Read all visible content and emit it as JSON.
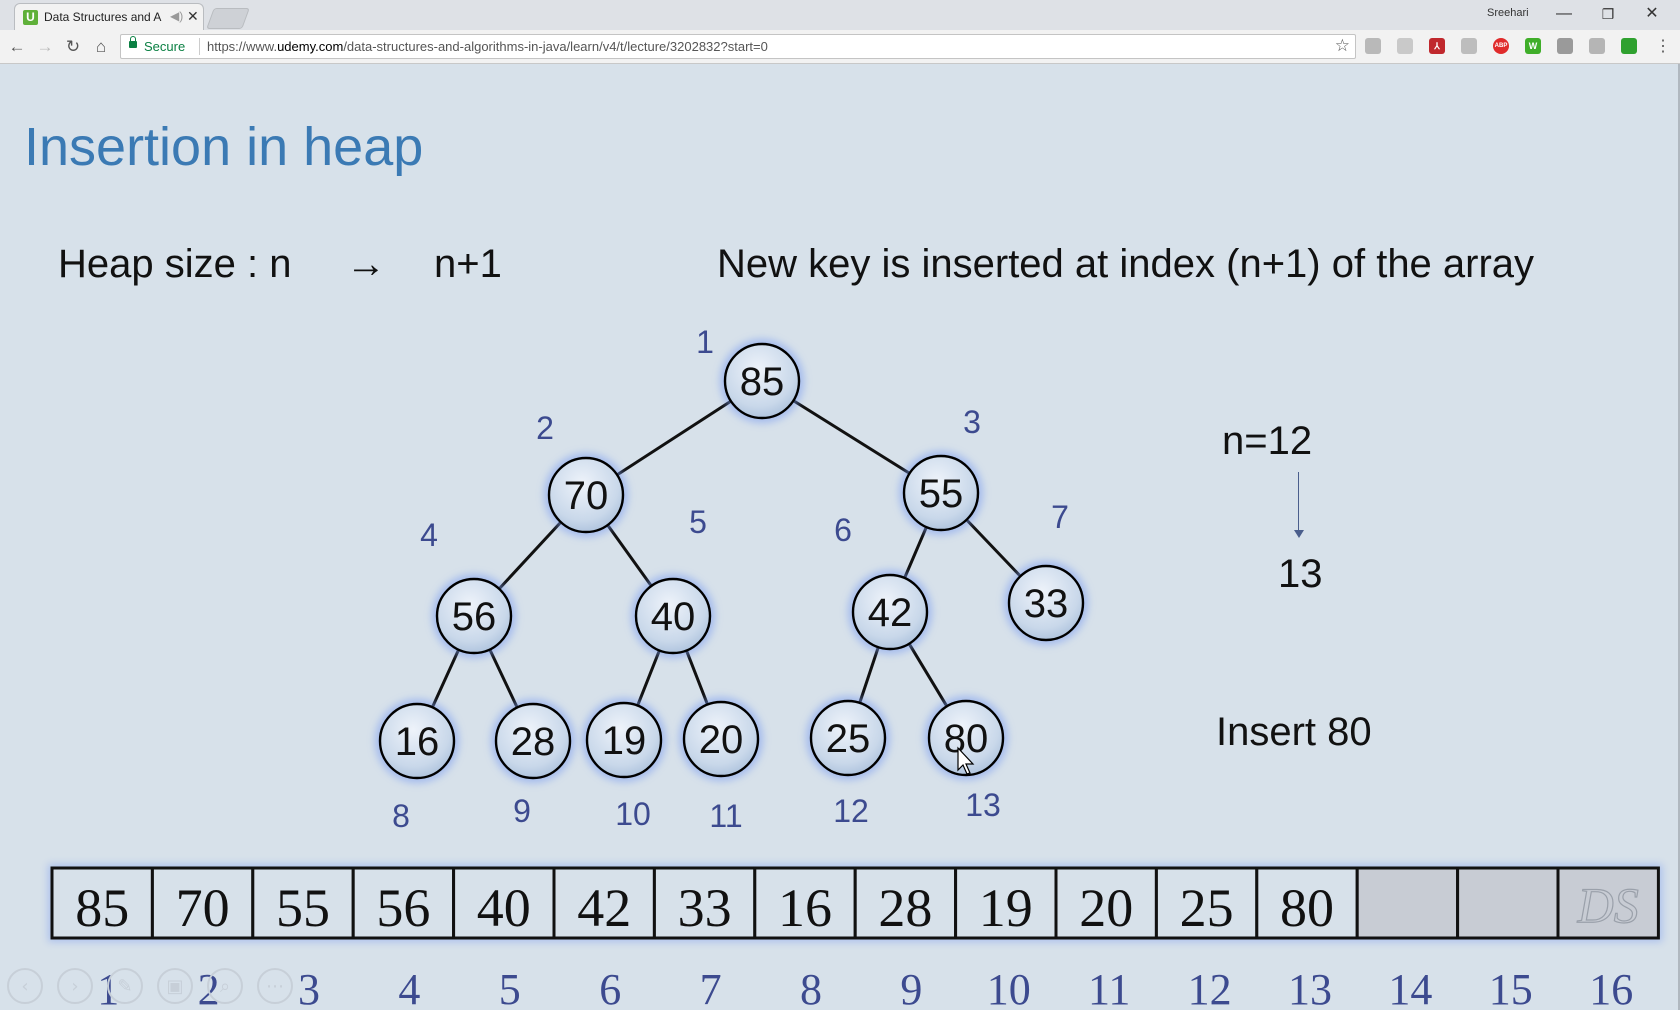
{
  "browser": {
    "tab_title": "Data Structures and A",
    "tab_favicon": "U",
    "profile_name": "Sreehari",
    "secure_label": "Secure",
    "url_scheme": "https://www.",
    "url_host": "udemy.com",
    "url_path": "/data-structures-and-algorithms-in-java/learn/v4/t/lecture/3202832?start=0",
    "extensions": [
      {
        "name": "ext-puzzle-icon",
        "glyph": "",
        "color": "#b9b9b9"
      },
      {
        "name": "ext-gray-icon",
        "glyph": "",
        "color": "#c9c9c9"
      },
      {
        "name": "ext-pdf-icon",
        "glyph": "⅄",
        "color": "#c0282d"
      },
      {
        "name": "ext-doc-icon",
        "glyph": "",
        "color": "#bdbdbd"
      },
      {
        "name": "ext-adblock-icon",
        "glyph": "ABP",
        "color": "#e02b2b"
      },
      {
        "name": "ext-w-icon",
        "glyph": "W",
        "color": "#3fae29"
      },
      {
        "name": "ext-cast-icon",
        "glyph": "",
        "color": "#9a9a9a"
      },
      {
        "name": "ext-cloud-icon",
        "glyph": "",
        "color": "#b5b5b5"
      },
      {
        "name": "ext-sound-icon",
        "glyph": "",
        "color": "#2fa12f"
      }
    ]
  },
  "slide": {
    "title": "Insertion in heap",
    "heap_size_label": "Heap size : n",
    "arrow": "→",
    "heap_size_new": "n+1",
    "new_key_text": "New key is inserted at index (n+1) of the array",
    "n_label": "n=12",
    "n_new": "13",
    "insert_label": "Insert 80",
    "tree_nodes": [
      {
        "value": "85",
        "index": "1"
      },
      {
        "value": "70",
        "index": "2"
      },
      {
        "value": "55",
        "index": "3"
      },
      {
        "value": "56",
        "index": "4"
      },
      {
        "value": "40",
        "index": "5"
      },
      {
        "value": "42",
        "index": "6"
      },
      {
        "value": "33",
        "index": "7"
      },
      {
        "value": "16",
        "index": "8"
      },
      {
        "value": "28",
        "index": "9"
      },
      {
        "value": "19",
        "index": "10"
      },
      {
        "value": "20",
        "index": "11"
      },
      {
        "value": "25",
        "index": "12"
      },
      {
        "value": "80",
        "index": "13"
      }
    ],
    "array_values": [
      "85",
      "70",
      "55",
      "56",
      "40",
      "42",
      "33",
      "16",
      "28",
      "19",
      "20",
      "25",
      "80",
      "",
      "",
      ""
    ],
    "array_indices": [
      "1",
      "2",
      "3",
      "4",
      "5",
      "6",
      "7",
      "8",
      "9",
      "10",
      "11",
      "12",
      "13",
      "14",
      "15",
      "16"
    ],
    "watermark": "DS"
  },
  "colors": {
    "title": "#3b7ab4",
    "index_labels": "#3c4a8f",
    "slide_background": "#d7e1ea",
    "node_glow": "#7a9cf0"
  }
}
